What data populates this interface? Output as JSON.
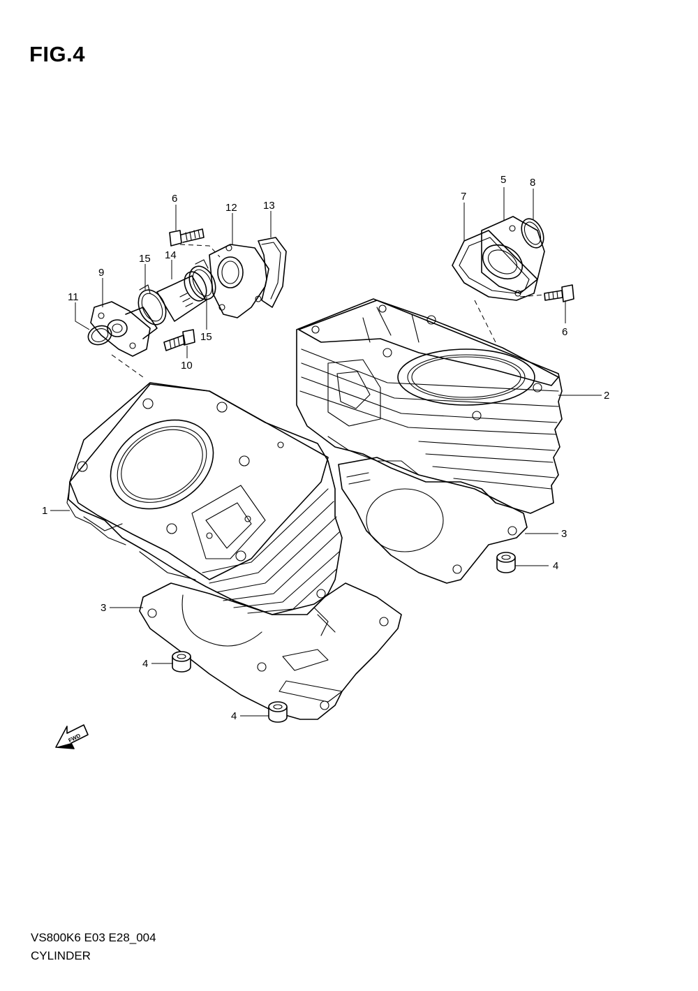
{
  "figure": {
    "title": "FIG.4",
    "model_code": "VS800K6 E03 E28_004",
    "part_group": "CYLINDER",
    "direction_label": "FWD"
  },
  "callouts": [
    {
      "id": "c6a",
      "number": "6"
    },
    {
      "id": "c12",
      "number": "12"
    },
    {
      "id": "c13",
      "number": "13"
    },
    {
      "id": "c15a",
      "number": "15"
    },
    {
      "id": "c14",
      "number": "14"
    },
    {
      "id": "c9",
      "number": "9"
    },
    {
      "id": "c11",
      "number": "11"
    },
    {
      "id": "c15b",
      "number": "15"
    },
    {
      "id": "c10",
      "number": "10"
    },
    {
      "id": "c7",
      "number": "7"
    },
    {
      "id": "c5",
      "number": "5"
    },
    {
      "id": "c8",
      "number": "8"
    },
    {
      "id": "c6b",
      "number": "6"
    },
    {
      "id": "c2",
      "number": "2"
    },
    {
      "id": "c1",
      "number": "1"
    },
    {
      "id": "c3a",
      "number": "3"
    },
    {
      "id": "c4a",
      "number": "4"
    },
    {
      "id": "c3b",
      "number": "3"
    },
    {
      "id": "c4b",
      "number": "4"
    },
    {
      "id": "c4c",
      "number": "4"
    }
  ]
}
